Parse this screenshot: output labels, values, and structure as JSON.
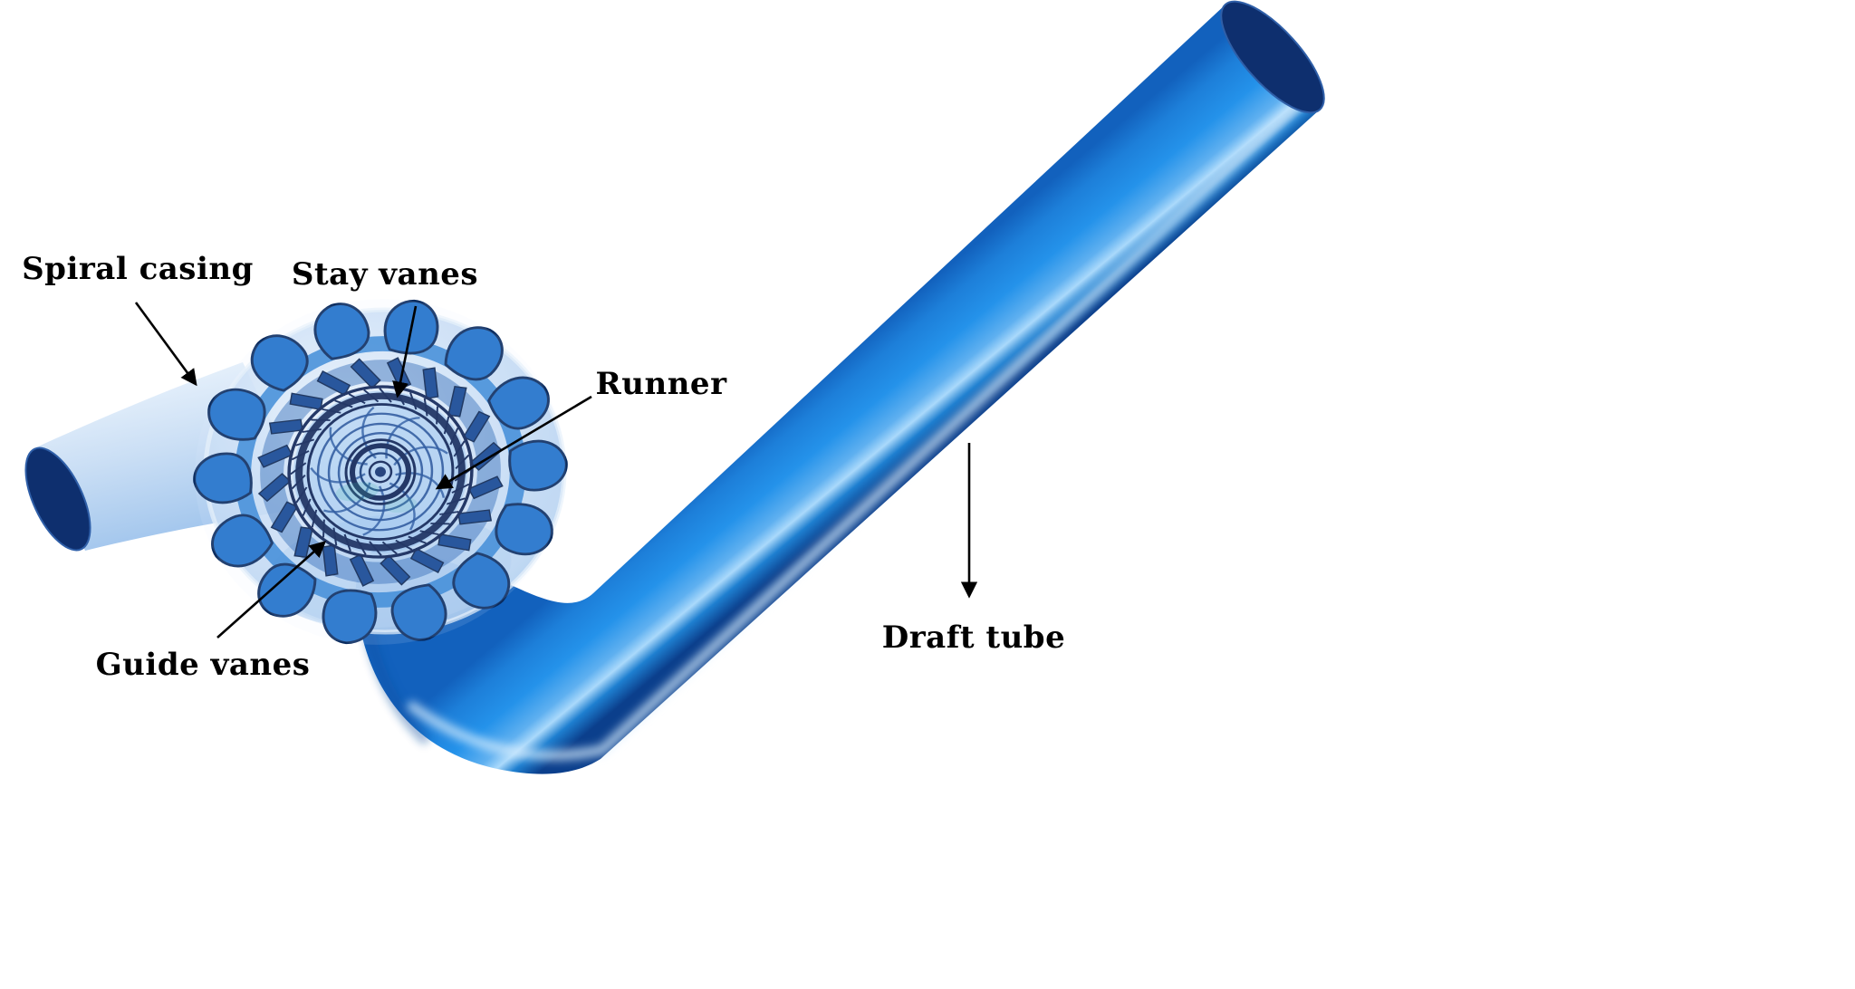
{
  "figure": {
    "labels": {
      "spiral_casing": "Spiral casing",
      "stay_vanes": "Stay vanes",
      "runner": "Runner",
      "guide_vanes": "Guide vanes",
      "draft_tube": "Draft tube"
    },
    "colors": {
      "background": "#ffffff",
      "label_text": "#000000",
      "arrow": "#000000",
      "tube_top_edge": "#1261bd",
      "tube_mid": "#2492ea",
      "tube_highlight": "#aad9fb",
      "tube_bottom_edge": "#0b3f8c",
      "casing_fill": "#c6dcf4",
      "cap_dark": "#0e2f6e",
      "blade_fill": "#1b6ec9",
      "blade_outline": "#082a5e"
    }
  }
}
